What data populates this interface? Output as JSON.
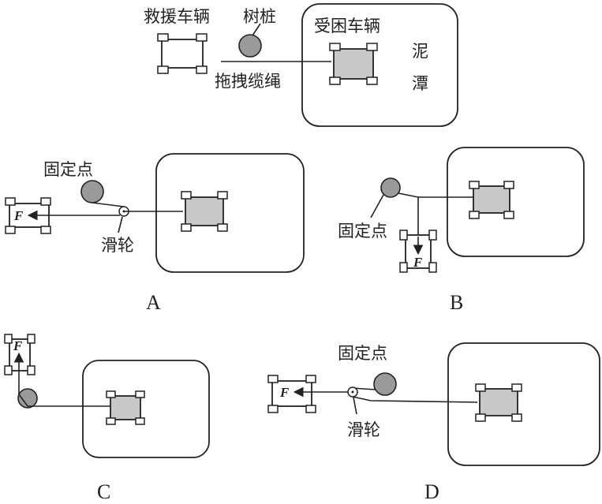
{
  "top": {
    "rescue_vehicle": "救援车辆",
    "stump": "树桩",
    "trapped_vehicle": "受困车辆",
    "swamp_1": "泥",
    "swamp_2": "潭",
    "rope": "拖拽缆绳"
  },
  "options": {
    "A": {
      "label": "A",
      "fixed_point": "固定点",
      "pulley": "滑轮",
      "force": "F"
    },
    "B": {
      "label": "B",
      "fixed_point": "固定点",
      "force": "F"
    },
    "C": {
      "label": "C",
      "force": "F"
    },
    "D": {
      "label": "D",
      "fixed_point": "固定点",
      "pulley": "滑轮",
      "force": "F"
    }
  },
  "colors": {
    "vehicle_fill": "#c8c8c8",
    "stump_fill": "#9a9a9a"
  }
}
